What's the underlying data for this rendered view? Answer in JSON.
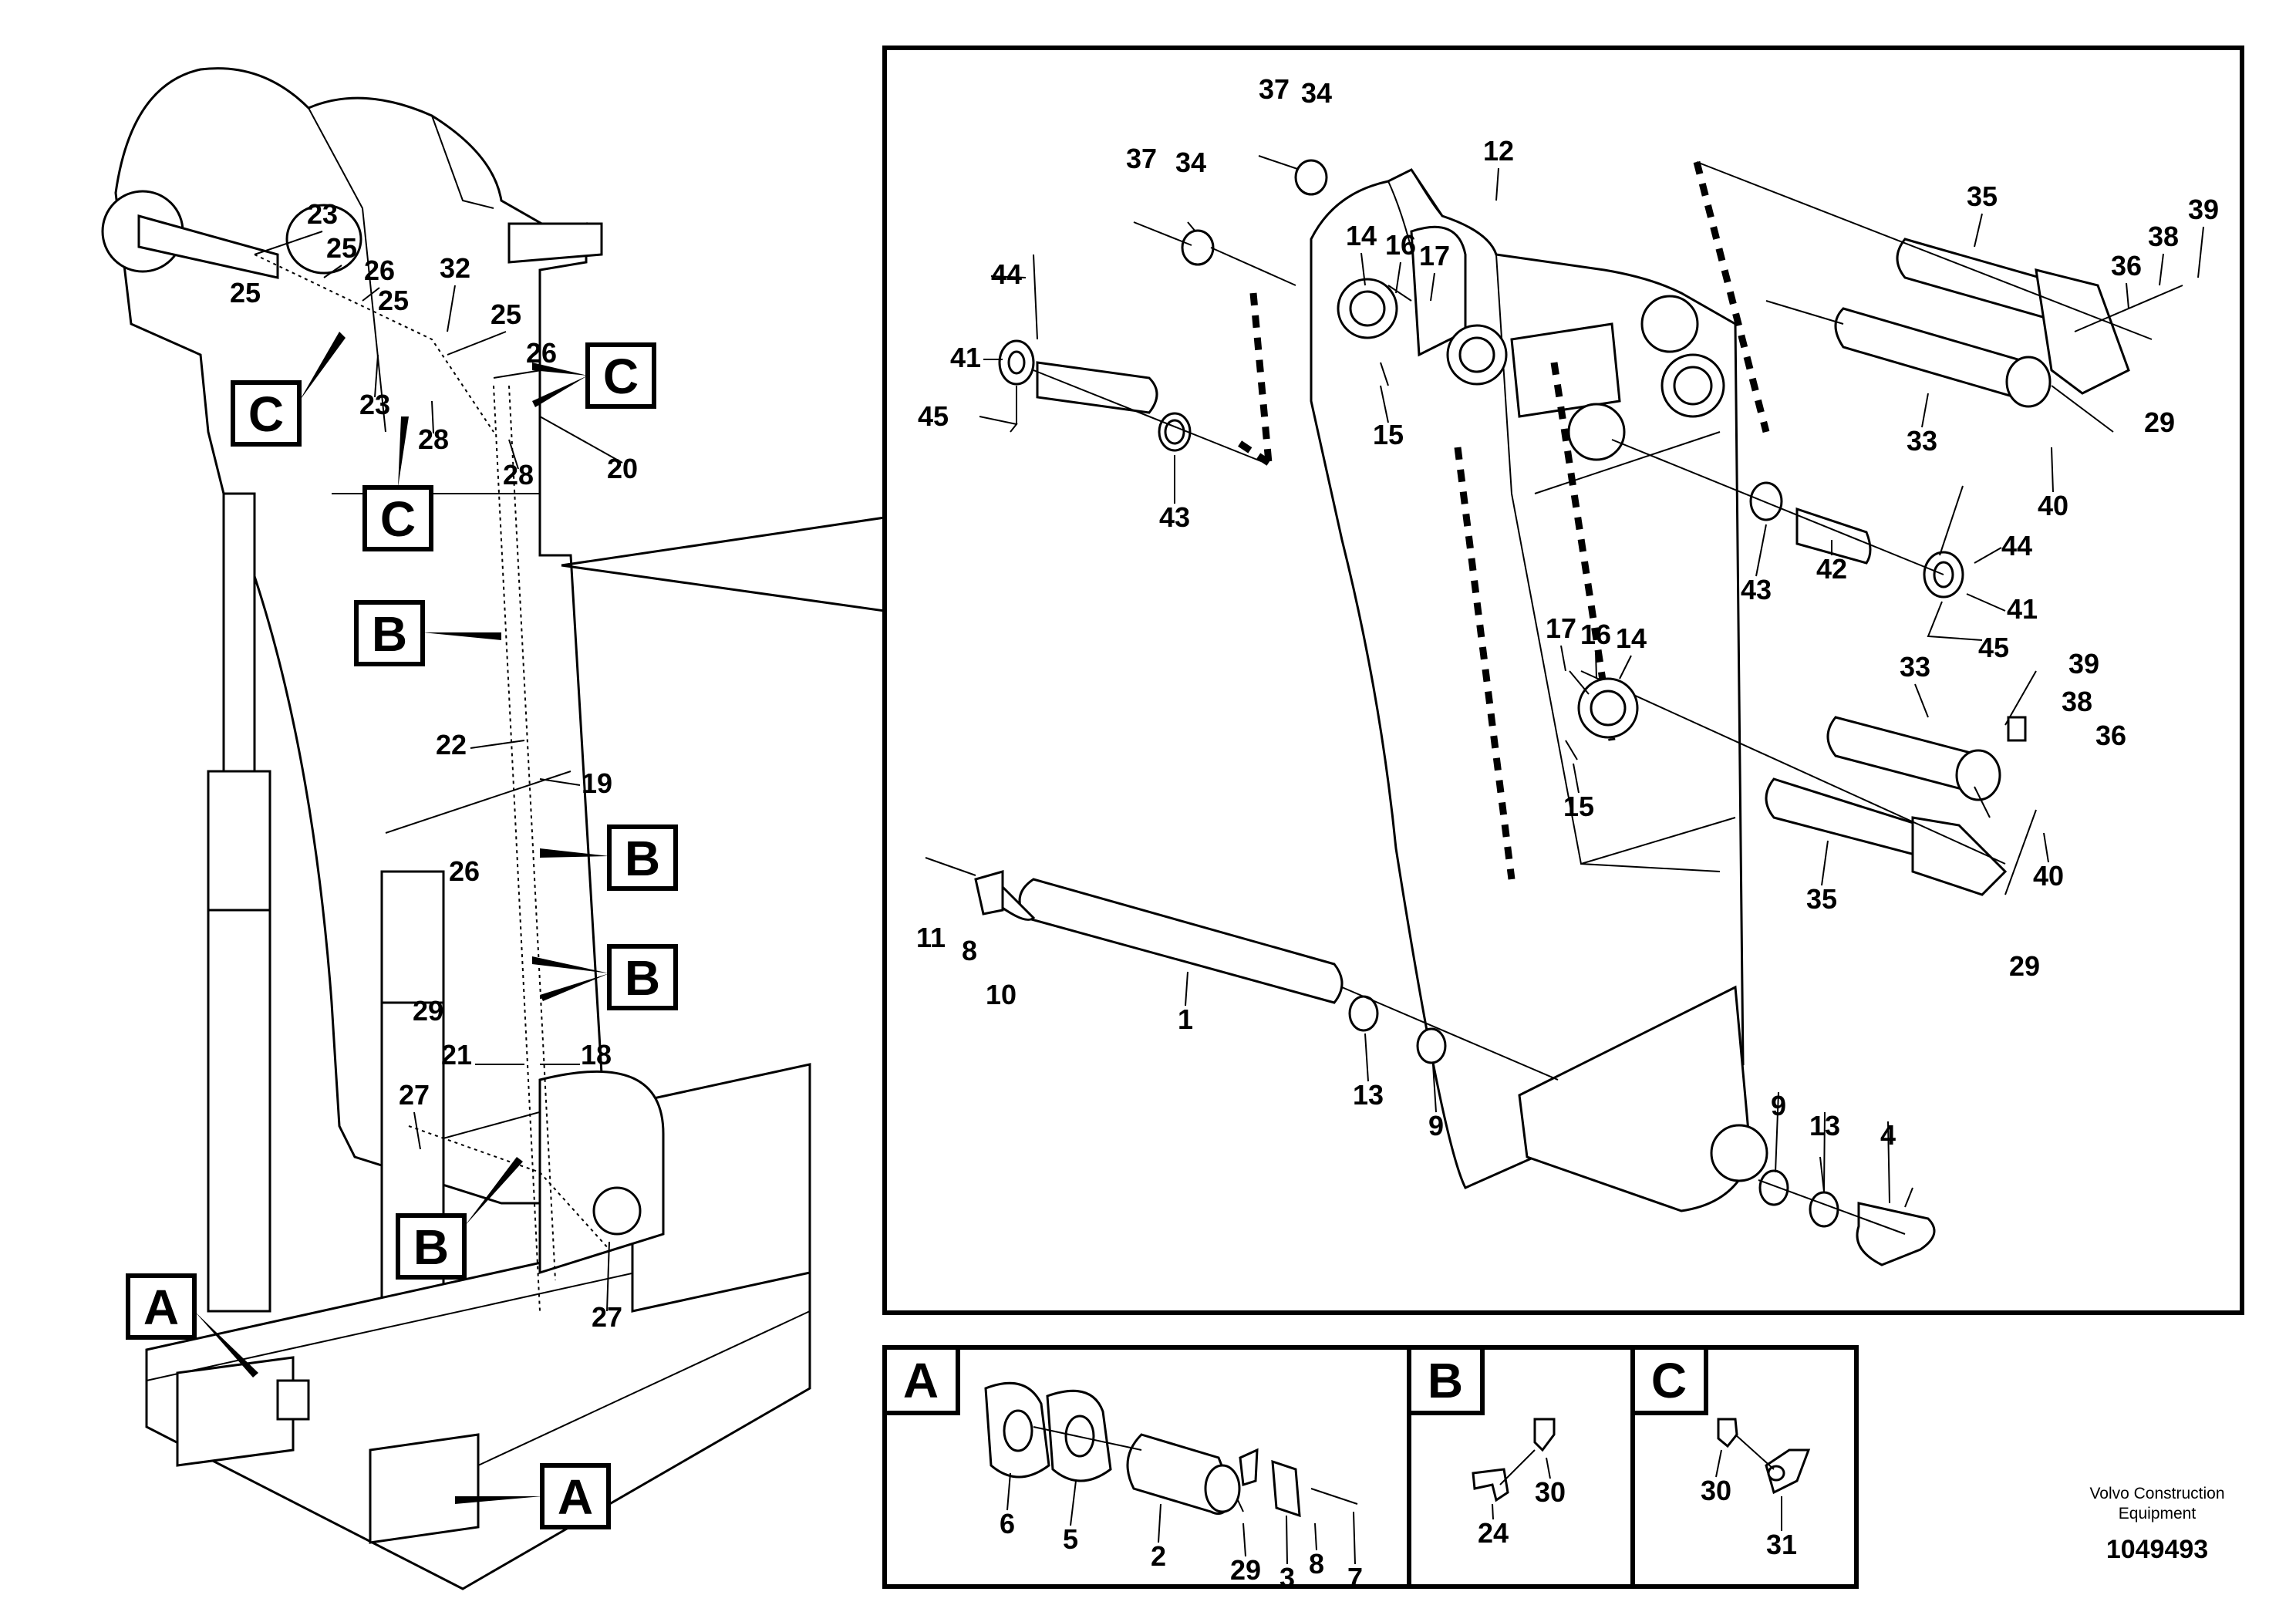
{
  "figure": {
    "callout_A": "A",
    "callout_B": "B",
    "callout_C": "C",
    "publisher": "Volvo Construction Equipment",
    "publisher_line1": "Volvo Construction",
    "publisher_line2": "Equipment",
    "doc_number": "1049493"
  },
  "detail_panels": {
    "A": "A",
    "B": "B",
    "C": "C"
  },
  "part_numbers": {
    "p1": "1",
    "p2": "2",
    "p3": "3",
    "p4": "4",
    "p5": "5",
    "p6": "6",
    "p7": "7",
    "p8": "8",
    "p9": "9",
    "p10": "10",
    "p11": "11",
    "p12": "12",
    "p13": "13",
    "p14": "14",
    "p15": "15",
    "p16": "16",
    "p17": "17",
    "p18": "18",
    "p19": "19",
    "p20": "20",
    "p21": "21",
    "p22": "22",
    "p23": "23",
    "p24": "24",
    "p25": "25",
    "p26": "26",
    "p27": "27",
    "p28": "28",
    "p29": "29",
    "p30": "30",
    "p31": "31",
    "p32": "32",
    "p33": "33",
    "p34": "34",
    "p35": "35",
    "p36": "36",
    "p37": "37",
    "p38": "38",
    "p39": "39",
    "p40": "40",
    "p41": "41",
    "p42": "42",
    "p43": "43",
    "p44": "44",
    "p45": "45"
  }
}
